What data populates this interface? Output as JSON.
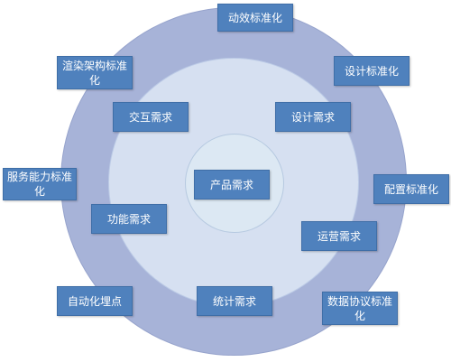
{
  "center": {
    "label": "产品需求"
  },
  "middle_ring": {
    "interaction": "交互需求",
    "design": "设计需求",
    "function": "功能需求",
    "operation": "运营需求",
    "statistics": "统计需求"
  },
  "outer_ring": {
    "animation_standard": "动效标准化",
    "rendering_arch_standard": "渲染架构标准化",
    "design_standard": "设计标准化",
    "service_standard": "服务能力标准化",
    "config_standard": "配置标准化",
    "auto_tracking": "自动化埋点",
    "data_protocol_standard": "数据协议标准化"
  },
  "colors": {
    "box_fill": "#4f81bd",
    "outer_ring": "#a7b3d8",
    "middle_ring": "#d6e0f1",
    "inner_circle": "#dce8f3"
  }
}
